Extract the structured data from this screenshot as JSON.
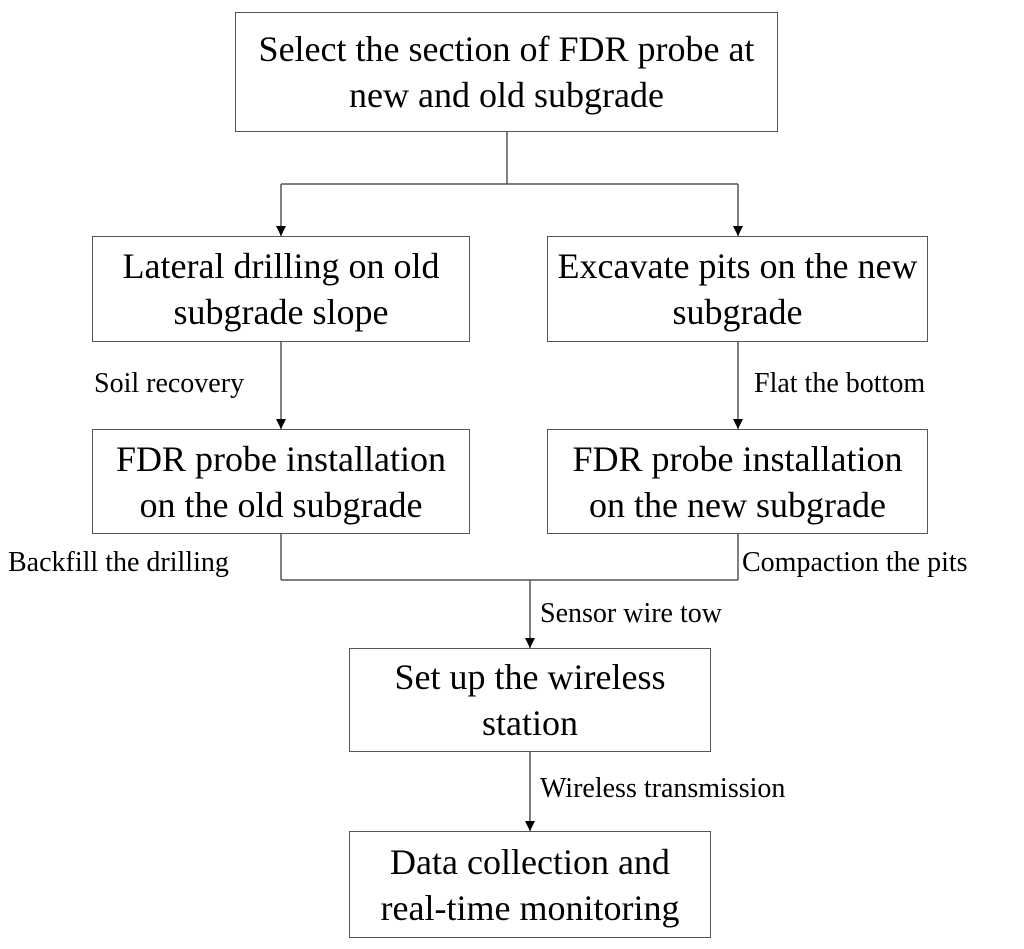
{
  "nodes": {
    "select_section": "Select the section of FDR probe at new and old subgrade",
    "lateral_drilling": "Lateral drilling on old subgrade slope",
    "excavate_pits": "Excavate pits on the new subgrade",
    "probe_old": "FDR probe installation on the old subgrade",
    "probe_new": "FDR probe installation on the new subgrade",
    "wireless_station": "Set up the wireless station",
    "data_collection": "Data collection and real-time monitoring"
  },
  "edge_labels": {
    "soil_recovery": "Soil recovery",
    "flat_bottom": "Flat the bottom",
    "backfill": "Backfill the drilling",
    "compaction": "Compaction the pits",
    "sensor_wire": "Sensor wire tow",
    "wireless_transmission": "Wireless transmission"
  },
  "colors": {
    "line": "#555555",
    "text": "#000000",
    "background": "#ffffff"
  }
}
